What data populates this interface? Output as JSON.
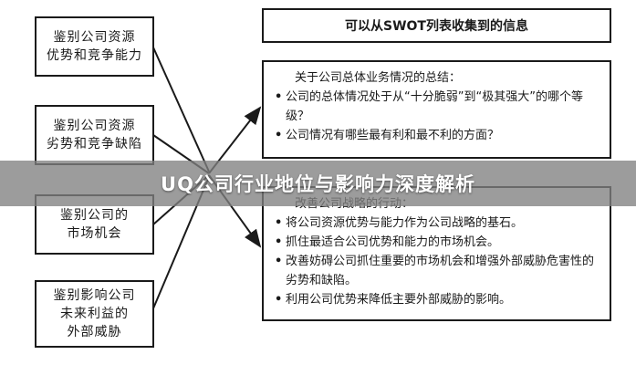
{
  "left_boxes": [
    {
      "lines": [
        "鉴别公司资源",
        "优势和竞争能力"
      ]
    },
    {
      "lines": [
        "鉴别公司资源",
        "劣势和竞争缺陷"
      ]
    },
    {
      "lines": [
        "鉴别公司的",
        "市场机会"
      ]
    },
    {
      "lines": [
        "鉴别影响公司",
        "未来利益的",
        "外部威胁"
      ]
    }
  ],
  "header": {
    "title": "可以从SWOT列表收集到的信息"
  },
  "summary_panel": {
    "title": "关于公司总体业务情况的总结：",
    "bullets": [
      "公司的总体情况处于从“十分脆弱”到“极其强大”的哪个等级？",
      "公司情况有哪些最有利和最不利的方面？"
    ]
  },
  "action_panel": {
    "title": "改善公司战略的行动：",
    "bullets": [
      "将公司资源优势与能力作为公司战略的基石。",
      "抓住最适合公司优势和能力的市场机会。",
      "改善妨碍公司抓住重要的市场机会和增强外部威胁危害性的劣势和缺陷。",
      "利用公司优势来降低主要外部威胁的影响。"
    ]
  },
  "banner": {
    "text": "UQ公司行业地位与影响力深度解析"
  },
  "bullet_glyph": "•"
}
